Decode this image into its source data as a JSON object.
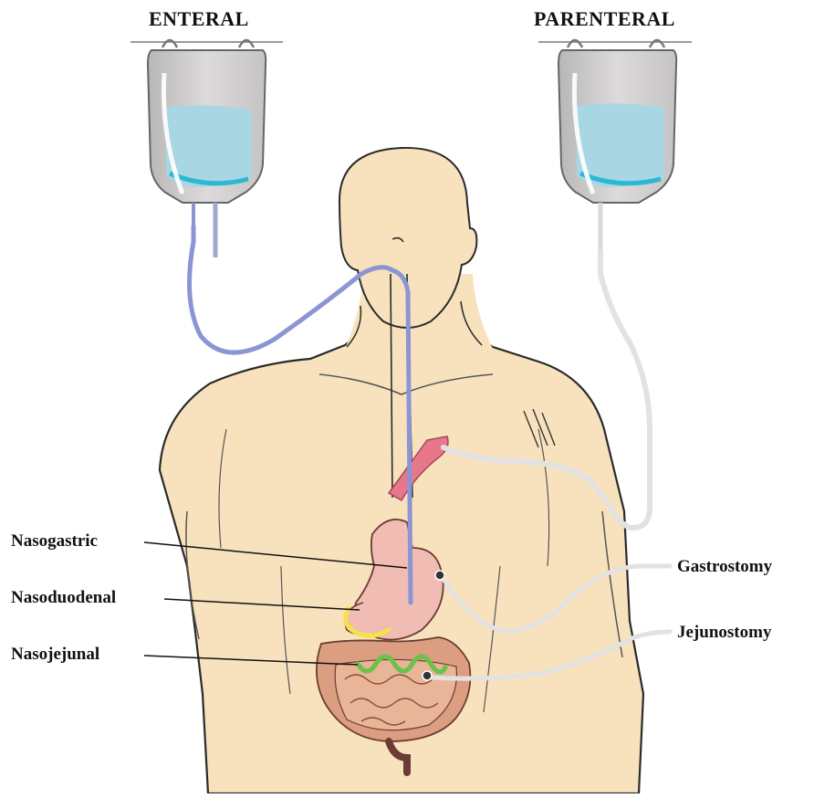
{
  "titles": {
    "enteral": "ENTERAL",
    "parenteral": "PARENTERAL"
  },
  "labels": {
    "nasogastric": "Nasogastric",
    "nasoduodenal": "Nasoduodenal",
    "nasojejunal": "Nasojejunal",
    "gastrostomy": "Gastrostomy",
    "jejunostomy": "Jejunostomy"
  },
  "colors": {
    "skin": "#f8e2bd",
    "enteral_tube": "#8c95d4",
    "parenteral_tube": "#e2e2e2",
    "fluid": "#a9d6e3",
    "stomach": "#f1bcb4",
    "duodenum_marker": "#f3e24a",
    "jejunum_marker": "#69c24a",
    "intestine": "#dc9e80"
  }
}
